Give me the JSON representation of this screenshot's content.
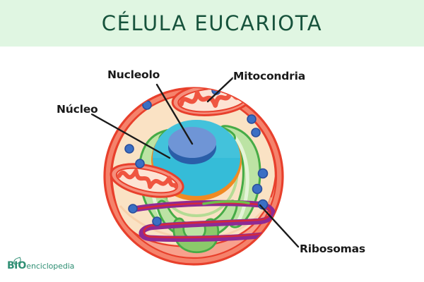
{
  "header": {
    "title": "CÉLULA EUCARIOTA",
    "background_color": "#e0f6e2",
    "text_color": "#17533c"
  },
  "diagram": {
    "kind": "eukaryotic-cell-cross-section",
    "labels": [
      {
        "id": "nucleolo",
        "text": "Nucleolo"
      },
      {
        "id": "mitocondria",
        "text": "Mitocondria"
      },
      {
        "id": "nucleo",
        "text": "Núcleo"
      },
      {
        "id": "ribosomas",
        "text": "Ribosomas"
      }
    ],
    "colors": {
      "membrane_outline": "#e8402c",
      "membrane_fill": "#f5826b",
      "cytoplasm": "#fae2c4",
      "nucleus": "#35bcd8",
      "nucleolo_top": "#6f95d6",
      "nucleolo_bottom": "#2a5ea8",
      "reticulum_fill": "#bce3a4",
      "reticulum_outline": "#46ab46",
      "mitochondria_fill": "#f58f7c",
      "mitochondria_outline": "#e8402c",
      "golgi": "#8e2a94",
      "golgi_inner": "#d4283c",
      "ribosome": "#3b6fc4",
      "nuclear_rim": "#f08a22"
    }
  },
  "logo": {
    "prefix": "B",
    "mark": "IO",
    "suffix": "enciclopedia",
    "color": "#2f8f74"
  }
}
